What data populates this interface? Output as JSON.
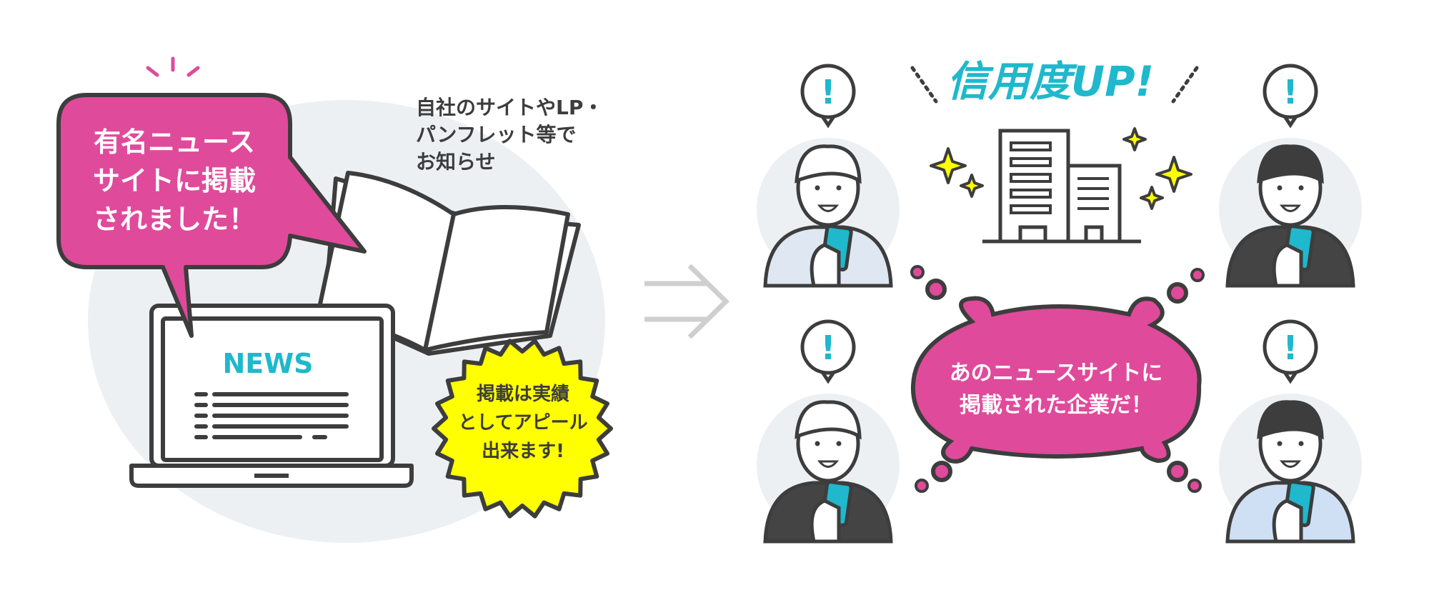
{
  "left": {
    "speech_bubble": [
      "有名ニュース",
      "サイトに掲載",
      "されました！"
    ],
    "laptop_screen_label": "NEWS",
    "note": [
      "自社のサイトやLP・",
      "パンフレット等で",
      "お知らせ"
    ],
    "burst": [
      "掲載は実績",
      "としてアピール",
      "出来ます!"
    ]
  },
  "right": {
    "headline": "信用度UP!",
    "cloud": [
      "あのニュースサイトに",
      "掲載された企業だ！"
    ],
    "exclamation": "!"
  },
  "colors": {
    "pink": "#e04a9b",
    "teal": "#1fb8cc",
    "yellow": "#ffff00",
    "outline": "#3d3d3d",
    "circle_bg": "#edf0f3"
  }
}
